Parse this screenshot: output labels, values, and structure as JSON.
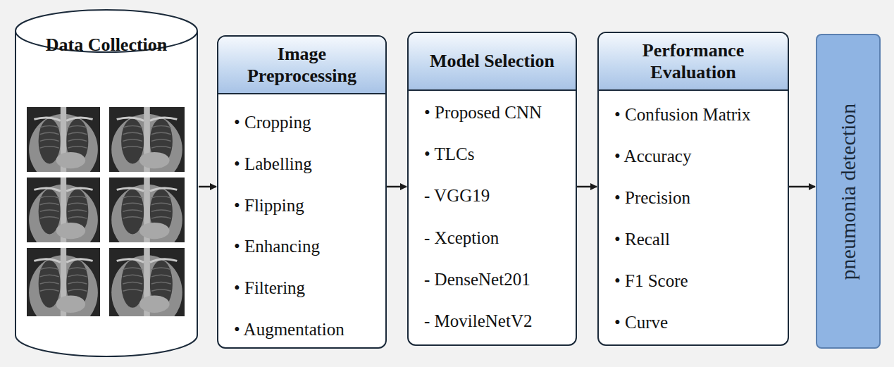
{
  "diagram": {
    "nodes": [
      {
        "text": [
          "Data Collection"
        ]
      },
      {
        "text": [
          "Image Preprocessing",
          "• Cropping",
          "• Labelling",
          "• Flipping",
          "• Enhancing",
          "• Filtering",
          "• Augmentation"
        ]
      },
      {
        "text": [
          "Model Selection",
          "• Proposed CNN",
          "• TLCs",
          "- VGG19",
          "- Xception",
          "- DenseNet201",
          "- MovileNetV2"
        ]
      },
      {
        "text": [
          "Performance Evaluation",
          "• Confusion Matrix",
          "• Accuracy",
          "• Precision",
          "• Recall",
          "• F1 Score",
          "• Curve"
        ]
      },
      {
        "text": [
          "pneumonia detection"
        ]
      }
    ],
    "edges": [
      {
        "from": 0,
        "to": 1,
        "arrow": "to"
      },
      {
        "from": 1,
        "to": 2,
        "arrow": "to"
      },
      {
        "from": 2,
        "to": 3,
        "arrow": "to"
      },
      {
        "from": 3,
        "to": 4,
        "arrow": "to"
      }
    ]
  }
}
